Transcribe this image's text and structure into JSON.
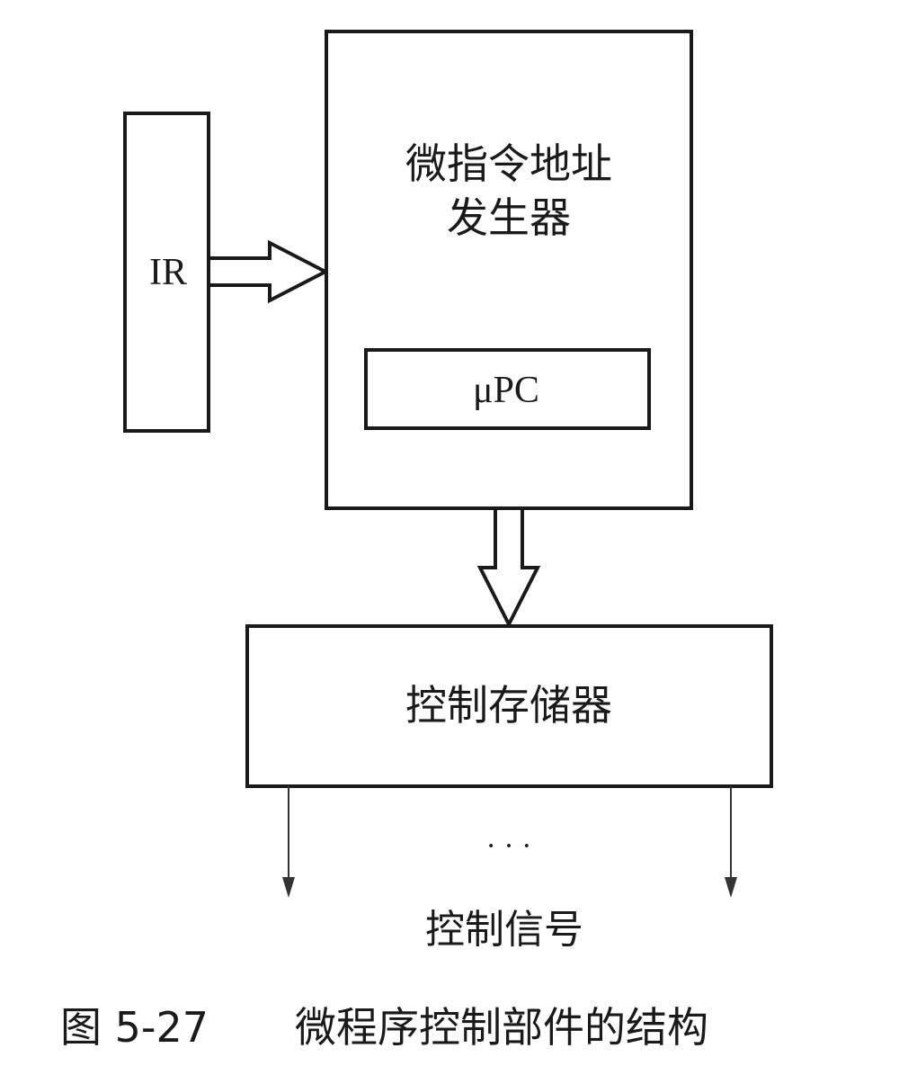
{
  "diagram": {
    "ir_label": "IR",
    "address_generator_label_line1": "微指令地址",
    "address_generator_label_line2": "发生器",
    "upc_label": "μPC",
    "control_store_label": "控制存储器",
    "ellipsis": "· · ·",
    "control_signals_label": "控制信号"
  },
  "caption": {
    "figure_number": "图 5-27",
    "title": "微程序控制部件的结构"
  }
}
